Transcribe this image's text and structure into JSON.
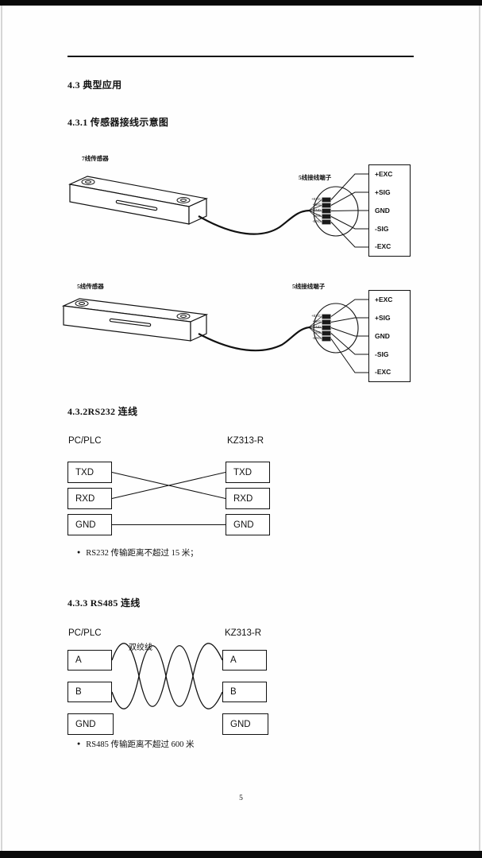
{
  "bullet": "●",
  "page_number": "5",
  "headings": {
    "s43": "4.3 典型应用",
    "s431": "4.3.1 传感器接线示意图",
    "s432": "4.3.2RS232 连线",
    "s433": "4.3.3 RS485 连线"
  },
  "sensor_diagrams": {
    "d1": {
      "sensor_label": "7线传感器",
      "terminal_label": "5线接线端子",
      "connector_pins": [
        "+EXC",
        "+SIG",
        "GND",
        "-SIG",
        "-EXC"
      ],
      "terminal_pins": [
        "+EXC",
        "+SIG",
        "GND",
        "-SIG",
        "-EXC"
      ]
    },
    "d2": {
      "sensor_label": "5线传感器",
      "terminal_label": "5线接线端子",
      "connector_pins": [
        "+EXC",
        "+SIG",
        "GND",
        "-SIG",
        "-EXC"
      ],
      "terminal_pins": [
        "+EXC",
        "+SIG",
        "GND",
        "-SIG",
        "-EXC"
      ]
    }
  },
  "rs232": {
    "left_header": "PC/PLC",
    "right_header": "KZ313-R",
    "left_pins": [
      "TXD",
      "RXD",
      "GND"
    ],
    "right_pins": [
      "TXD",
      "RXD",
      "GND"
    ],
    "note": "RS232 传输距离不超过 15 米；"
  },
  "rs485": {
    "left_header": "PC/PLC",
    "right_header": "KZ313-R",
    "left_pins": [
      "A",
      "B",
      "GND"
    ],
    "right_pins": [
      "A",
      "B",
      "GND"
    ],
    "twisted_pair_label": "双绞线",
    "note": "RS485 传输距离不超过 600 米"
  }
}
